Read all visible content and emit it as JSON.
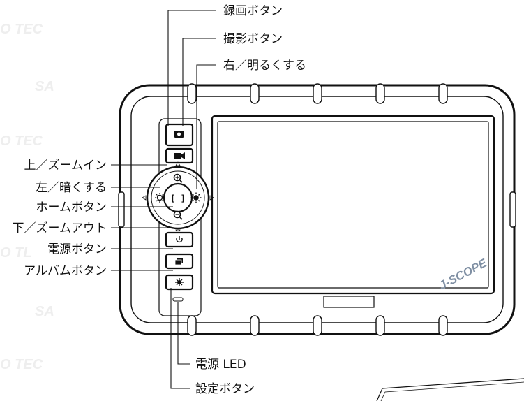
{
  "callouts": {
    "record_button": "録画ボタン",
    "capture_button": "撮影ボタン",
    "right_brighten": "右／明るくする",
    "up_zoom_in": "上／ズームイン",
    "left_darken": "左／暗くする",
    "home_button": "ホームボタン",
    "down_zoom_out": "下／ズームアウト",
    "power_button": "電源ボタン",
    "album_button": "アルバムボタン",
    "power_led": "電源 LED",
    "settings_button": "設定ボタン"
  },
  "brand": "J-SCOPE",
  "watermarks": [
    "O TEC",
    "O TEC",
    "O TL",
    "O TEC",
    "SA",
    "SA"
  ],
  "colors": {
    "line": "#111111",
    "brand": "#7f8fa3",
    "watermark": "#eeeeee"
  }
}
